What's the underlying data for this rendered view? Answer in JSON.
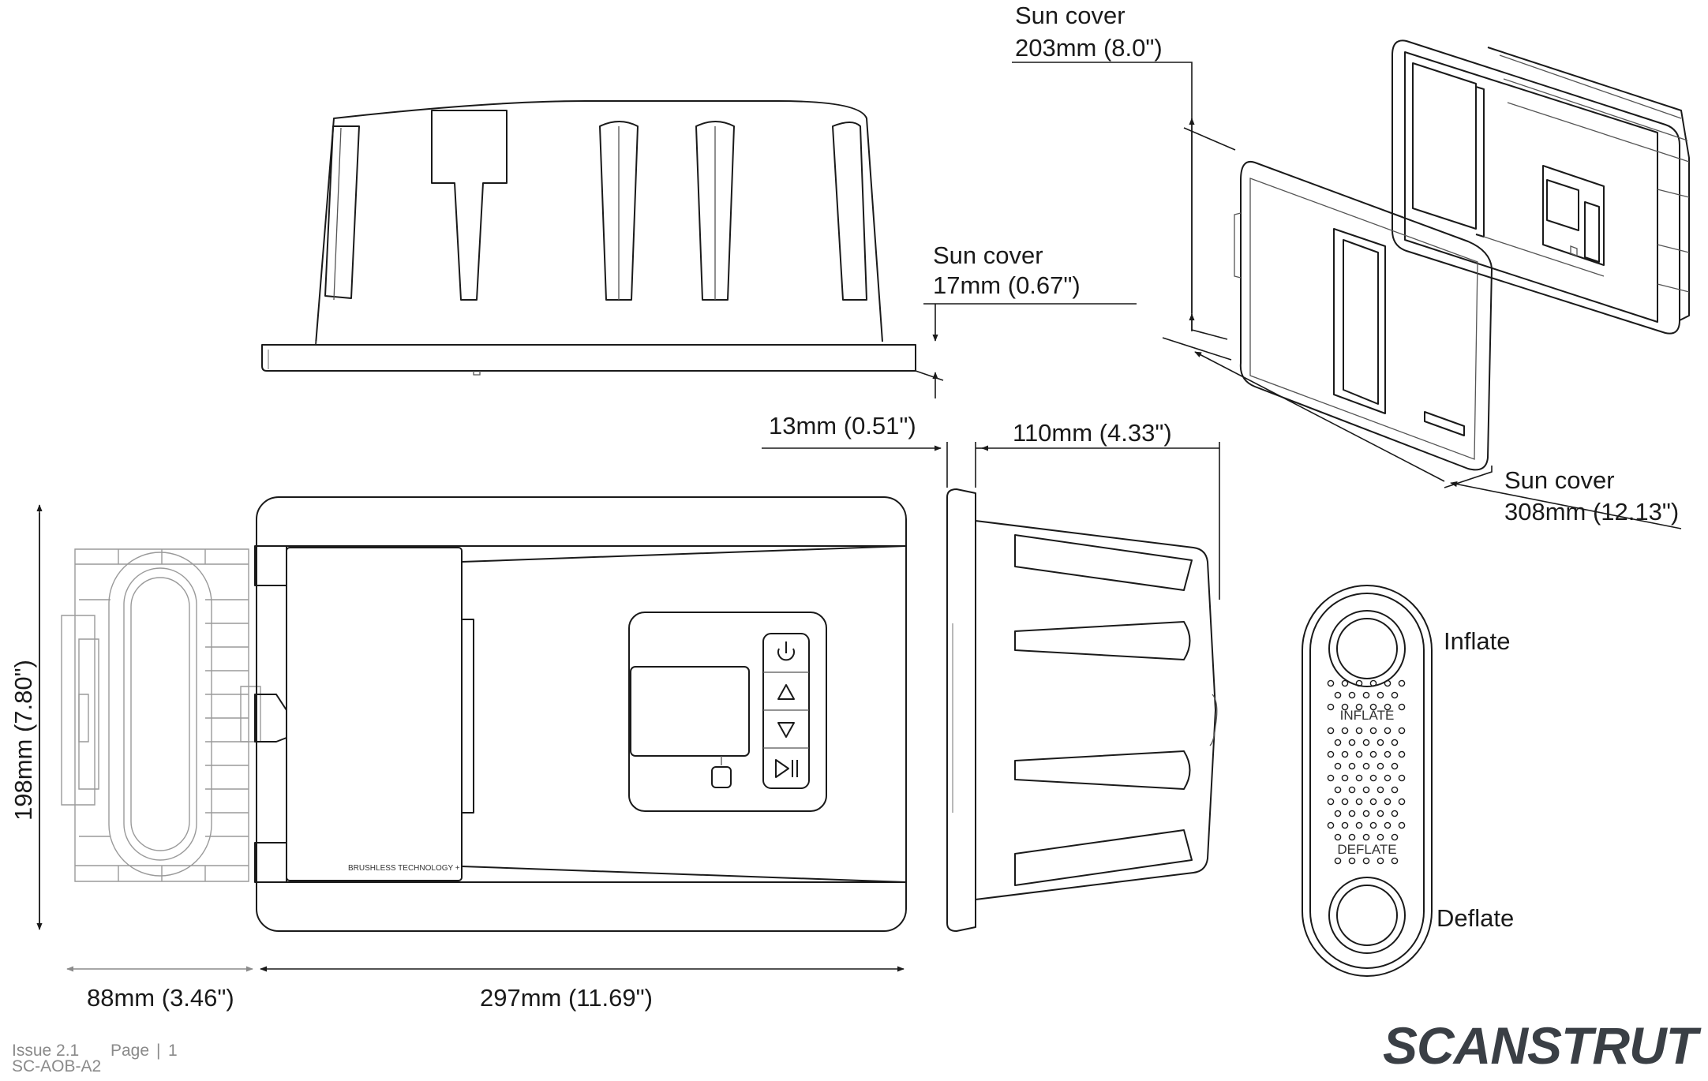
{
  "dimensions": {
    "sun_cover_width": {
      "label": "Sun cover",
      "value": "203mm (8.0\")"
    },
    "sun_cover_depth": {
      "label": "Sun cover",
      "value": "17mm (0.67\")"
    },
    "sun_cover_length": {
      "label": "Sun cover",
      "value": "308mm (12.13\")"
    },
    "flange_thickness": "13mm (0.51\")",
    "body_depth": "110mm (4.33\")",
    "height": "198mm (7.80\")",
    "hose_extension": "88mm (3.46\")",
    "width": "297mm (11.69\")"
  },
  "remote": {
    "inflate_label": "Inflate",
    "deflate_label": "Deflate",
    "inflate_panel_text": "INFLATE",
    "deflate_panel_text": "DEFLATE"
  },
  "front_view": {
    "brand_text": "BRUSHLESS TECHNOLOGY +"
  },
  "footer": {
    "issue": "Issue 2.1",
    "page_label": "Page",
    "page_number": "1",
    "doc_code": "SC-AOB-A2",
    "logo": "SCANSTRUT"
  },
  "colors": {
    "line": "#1a1a1a",
    "secondary_line": "#9a9a9a",
    "footer_text": "#8a8a8a",
    "logo": "#3a3f45"
  }
}
